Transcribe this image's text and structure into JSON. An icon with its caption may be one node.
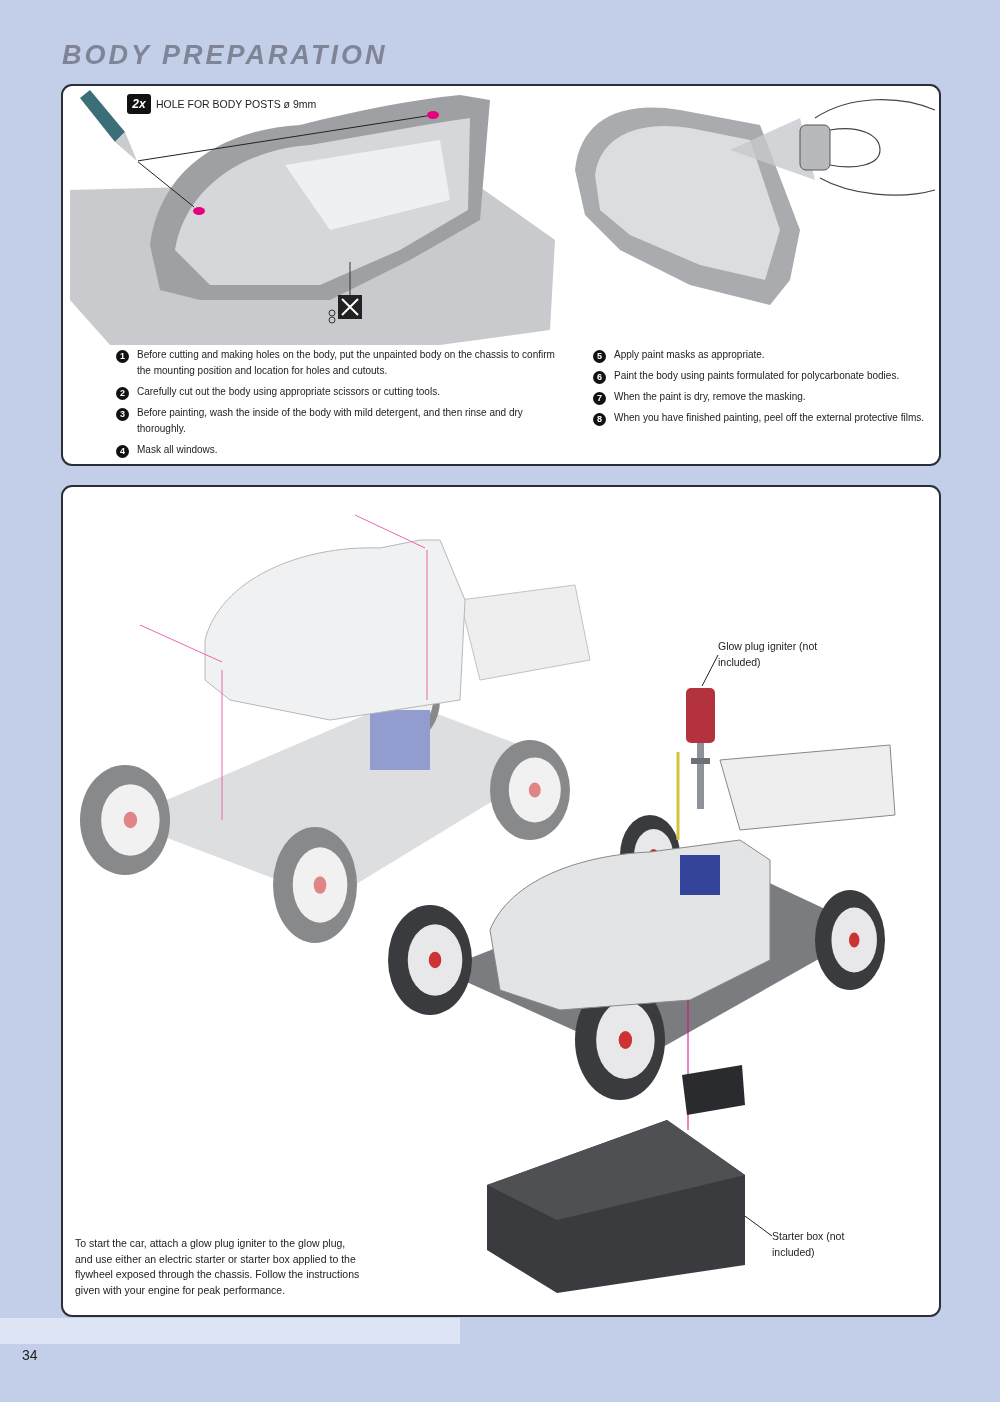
{
  "diagram": {
    "title": "BODY PREPARATION",
    "nodes": [
      {
        "text": [
          "2x"
        ]
      },
      {
        "text": [],
        "shape": "picture"
      },
      {
        "text": [],
        "shape": "circle"
      },
      {
        "text": [],
        "shape": "circle"
      },
      {
        "text": [
          "1"
        ],
        "beside": [
          "Before cutting and making holes on the body, put the unpainted body on the chassis to confirm the mounting position and location for holes and cutouts."
        ]
      },
      {
        "text": [
          "2"
        ],
        "beside": [
          "Carefully cut out the body using appropriate scissors or cutting tools."
        ]
      },
      {
        "text": [
          "3"
        ],
        "beside": [
          "Before painting, wash the inside of the body with mild detergent, and then rinse and dry thoroughly."
        ]
      },
      {
        "text": [
          "4"
        ],
        "beside": [
          "Mask all windows."
        ]
      },
      {
        "text": [
          "5"
        ],
        "beside": [
          "Apply paint masks as appropriate."
        ]
      },
      {
        "text": [
          "6"
        ],
        "beside": [
          "Paint the body using paints formulated for polycarbonate bodies."
        ]
      },
      {
        "text": [
          "7"
        ],
        "beside": [
          "When the paint is dry, remove the masking."
        ]
      },
      {
        "text": [
          "8"
        ],
        "beside": [
          "When you have finished painting, peel off the external protective films."
        ]
      },
      {
        "text": [
          "Glow plug igniter (not included)"
        ]
      },
      {
        "text": [],
        "shape": "picture"
      },
      {
        "text": [
          "Starter box (not included)"
        ]
      },
      {
        "text": [],
        "shape": "picture"
      }
    ],
    "edges": [
      {
        "from": 1,
        "to": 2,
        "arrow": "none"
      },
      {
        "from": 1,
        "to": 3,
        "arrow": "none"
      },
      {
        "from": 12,
        "to": 13,
        "arrow": "none"
      },
      {
        "from": 14,
        "to": 15,
        "arrow": "none"
      }
    ],
    "labels": [
      "HOLE FOR BODY POSTS ø 9mm",
      "To start the car, attach a glow plug igniter to the glow plug, and use either an electric starter or starter box applied to the flywheel exposed through the chassis. Follow the instructions given with your engine for peak performance.",
      "34"
    ]
  }
}
